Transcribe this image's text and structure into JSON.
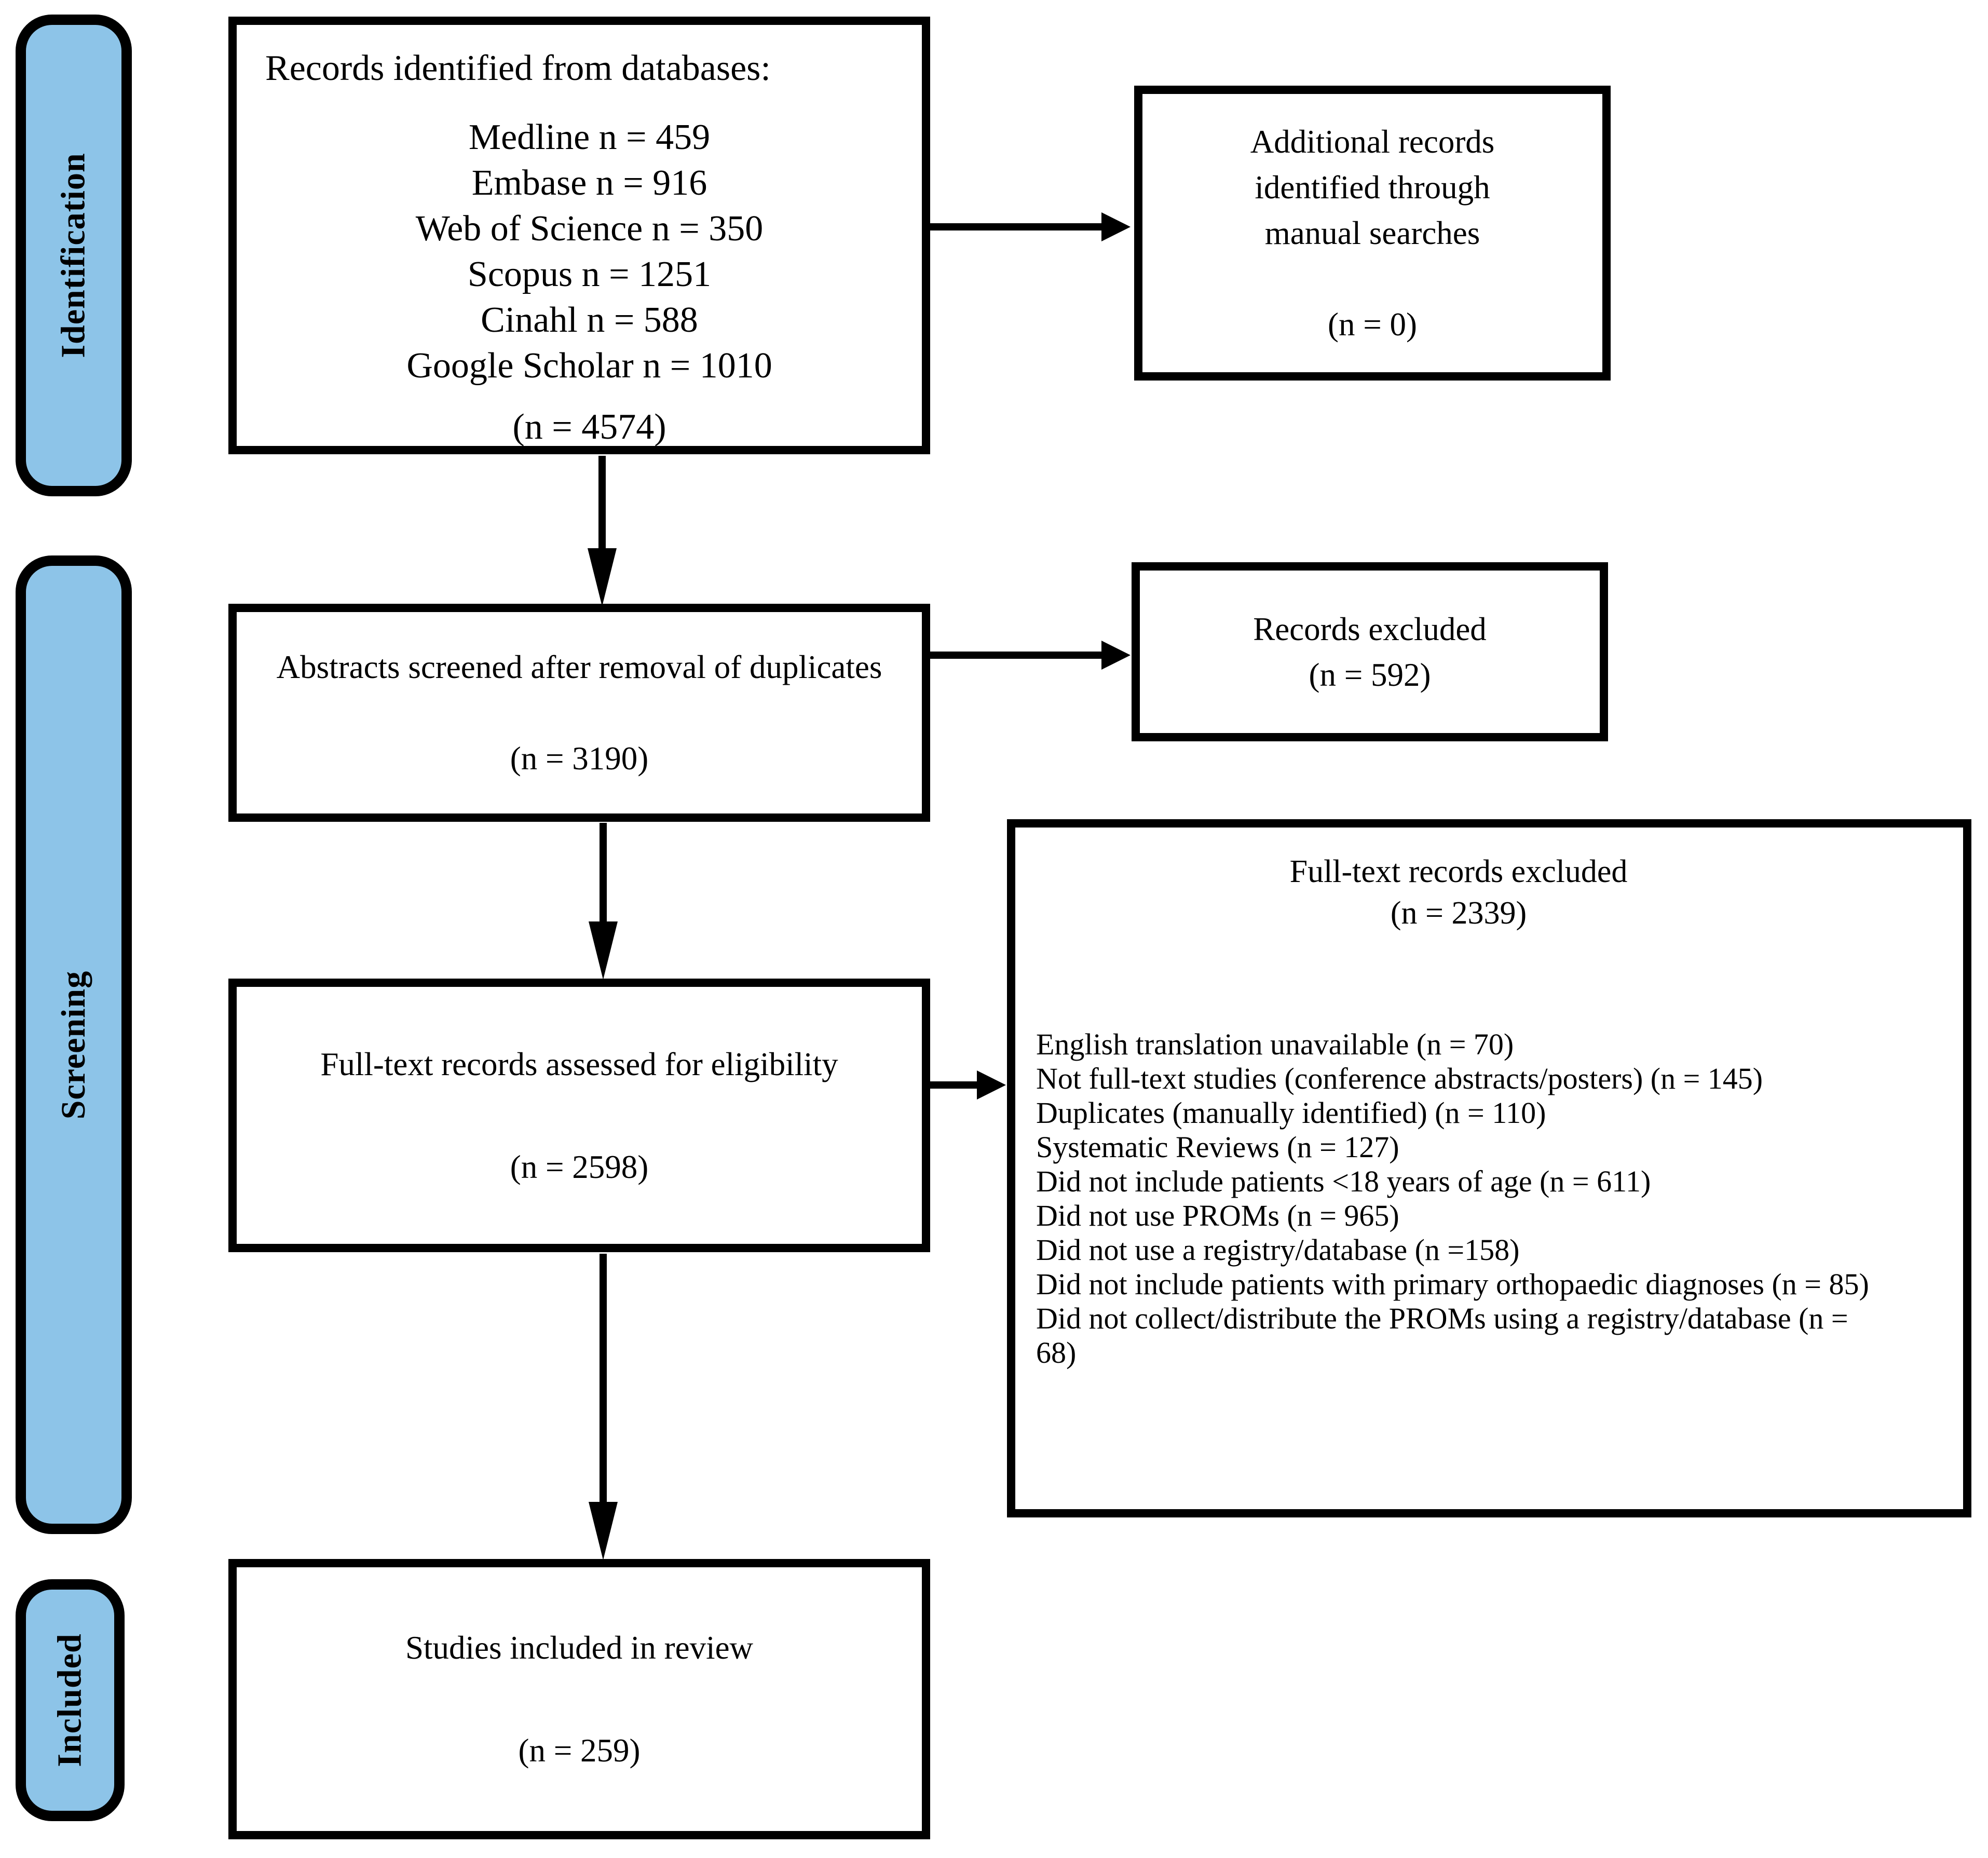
{
  "diagram": {
    "stages": [
      {
        "label": "Identification"
      },
      {
        "label": "Screening"
      },
      {
        "label": "Included"
      }
    ],
    "boxes": {
      "records_identified": {
        "title": "Records identified from databases:",
        "items": [
          "Medline n = 459",
          "Embase n = 916",
          "Web of Science n = 350",
          "Scopus n = 1251",
          "Cinahl n = 588",
          "Google Scholar n = 1010"
        ],
        "total": "(n = 4574)"
      },
      "additional_records": {
        "text": "Additional records identified through manual searches",
        "count": "(n = 0)"
      },
      "abstracts_screened": {
        "text": "Abstracts screened after removal of duplicates",
        "count": "(n = 3190)"
      },
      "records_excluded": {
        "text": "Records excluded",
        "count": "(n = 592)"
      },
      "fulltext_assessed": {
        "text": "Full-text records assessed for eligibility",
        "count": "(n = 2598)"
      },
      "fulltext_excluded": {
        "title": "Full-text records excluded",
        "count": "(n = 2339)",
        "reasons": [
          "English translation unavailable (n = 70)",
          "Not full-text studies (conference abstracts/posters) (n = 145)",
          "Duplicates (manually identified) (n = 110)",
          "Systematic Reviews (n = 127)",
          "Did not include patients <18 years of age (n = 611)",
          "Did not use PROMs (n = 965)",
          "Did not use a registry/database (n =158)",
          "Did not include patients with primary orthopaedic diagnoses (n = 85)",
          "Did not collect/distribute the PROMs using a registry/database (n = 68)"
        ]
      },
      "studies_included": {
        "text": "Studies included in review",
        "count": "(n = 259)"
      }
    },
    "colors": {
      "stage_fill": "#8DC4E8",
      "border": "#000000",
      "background": "#FFFFFF"
    }
  }
}
